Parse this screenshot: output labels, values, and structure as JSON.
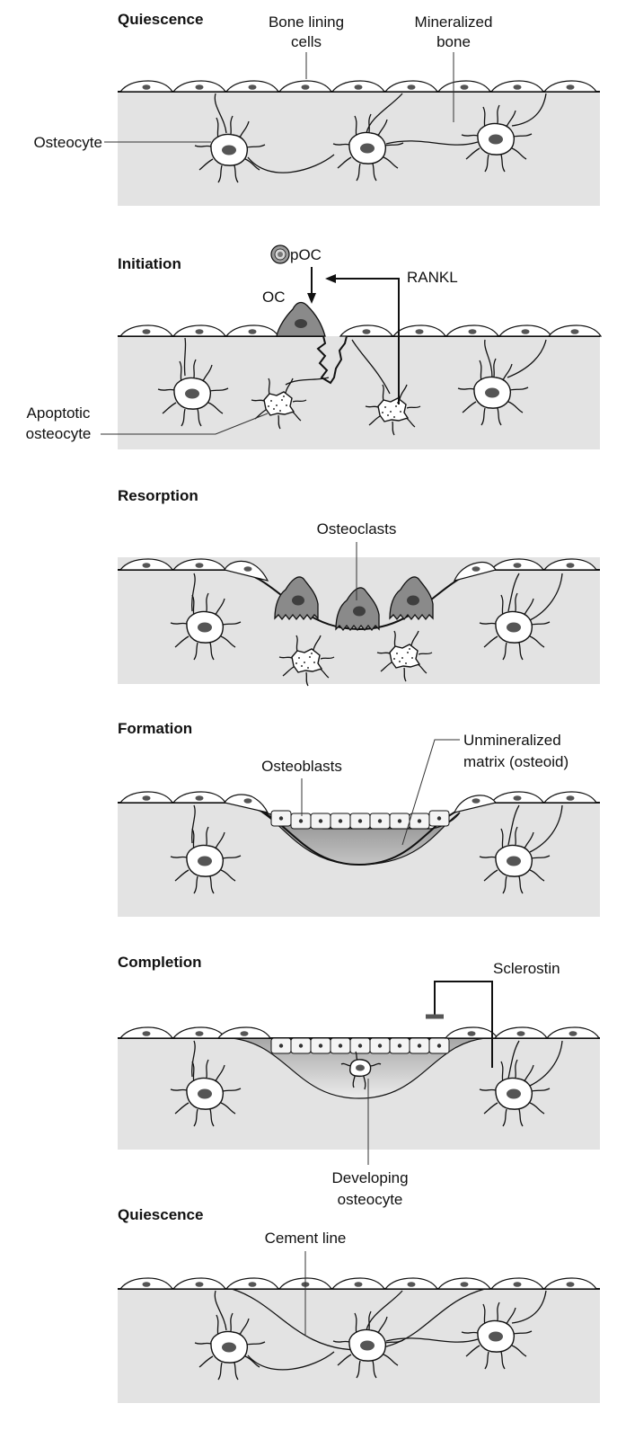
{
  "panels": [
    {
      "title": "Quiescence"
    },
    {
      "title": "Initiation"
    },
    {
      "title": "Resorption"
    },
    {
      "title": "Formation"
    },
    {
      "title": "Completion"
    },
    {
      "title": "Quiescence"
    }
  ],
  "labels": {
    "bone_lining_cells": [
      "Bone lining",
      "cells"
    ],
    "mineralized_bone": [
      "Mineralized",
      "bone"
    ],
    "osteocyte": "Osteocyte",
    "poc": "pOC",
    "rankl": "RANKL",
    "oc": "OC",
    "apoptotic_osteocyte": [
      "Apoptotic",
      "osteocyte"
    ],
    "osteoclasts": "Osteoclasts",
    "osteoblasts": "Osteoblasts",
    "unmineralized_matrix": [
      "Unmineralized",
      "matrix (osteoid)"
    ],
    "sclerostin": "Sclerostin",
    "developing_osteocyte": [
      "Developing",
      "osteocyte"
    ],
    "cement_line": "Cement line"
  }
}
